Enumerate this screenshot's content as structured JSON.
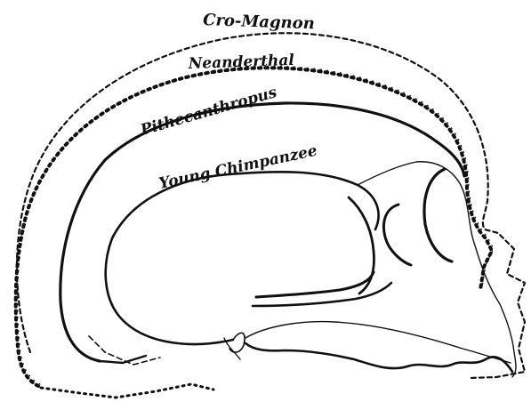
{
  "diagram": {
    "labels": {
      "cro_magnon": "Cro-Magnon",
      "neanderthal": "Neanderthal",
      "pithecanthropus": "Pithecanthropus",
      "young_chimpanzee": "Young Chimpanzee"
    },
    "colors": {
      "ink": "#111111",
      "paper": "#ffffff"
    }
  }
}
